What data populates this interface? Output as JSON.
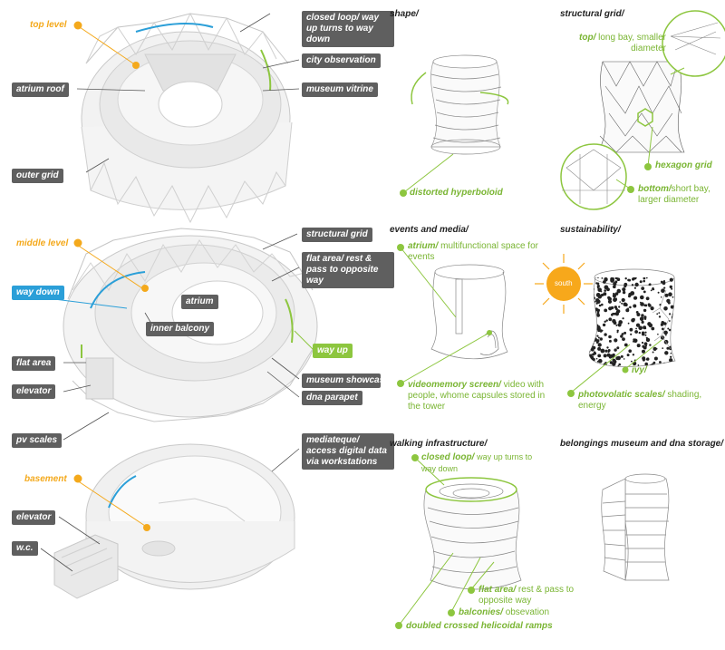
{
  "left": {
    "top_building": {
      "level_label": "top level",
      "closed_loop": "closed loop/ way up turns to way down",
      "city_observation": "city observation",
      "atrium_roof": "atrium roof",
      "museum_vitrine": "museum vitrine",
      "outer_grid": "outer grid"
    },
    "middle_building": {
      "structural_grid": "structural grid",
      "level_label": "middle level",
      "flat_area_rest": "flat area/ rest & pass to opposite way",
      "way_down": "way down",
      "atrium": "atrium",
      "inner_balcony": "inner balcony",
      "way_up": "way up",
      "flat_area": "flat area",
      "museum_showcase": "museum showcas",
      "elevator": "elevator",
      "dna_parapet": "dna parapet",
      "pv_scales": "pv scales"
    },
    "basement_building": {
      "mediateque": "mediateque/ access digital data via workstations",
      "level_label": "basement",
      "elevator": "elevator",
      "wc": "w.c."
    }
  },
  "right": {
    "shape": {
      "heading": "shape/",
      "label": "distorted hyperboloid"
    },
    "structural_grid": {
      "heading": "structural grid/",
      "top_key": "top/",
      "top_text": "long bay, smaller diameter",
      "hexagon": "hexagon grid",
      "bottom_key": "bottom/",
      "bottom_text": "short bay, larger diameter"
    },
    "events": {
      "heading": "events and media/",
      "atrium_key": "atrium/",
      "atrium_text": "multifunctional space for events",
      "video_key": "videomemory screen/",
      "video_text": "video with people, whome capsules stored in the tower"
    },
    "sustainability": {
      "heading": "sustainability/",
      "south": "south",
      "ivy": "ivy/",
      "scales_key": "photovolatic scales/",
      "scales_text": "shading, energy"
    },
    "walking": {
      "heading": "walking infrastructure/",
      "loop_key": "closed loop/",
      "loop_text": "way up turns to way down",
      "flat_key": "flat area/",
      "flat_text": "rest & pass to opposite way",
      "balconies_key": "balconies/",
      "balconies_text": "obsevation",
      "ramps": "doubled crossed helicoidal ramps"
    },
    "belongings": {
      "heading": "belongings museum and dna storage/"
    }
  },
  "colors": {
    "tag_bg": "#5f5f5f",
    "accent_green": "#8dc63f",
    "accent_orange": "#f4a91c",
    "accent_blue": "#2b9fd8",
    "sun": "#f7a81b"
  }
}
